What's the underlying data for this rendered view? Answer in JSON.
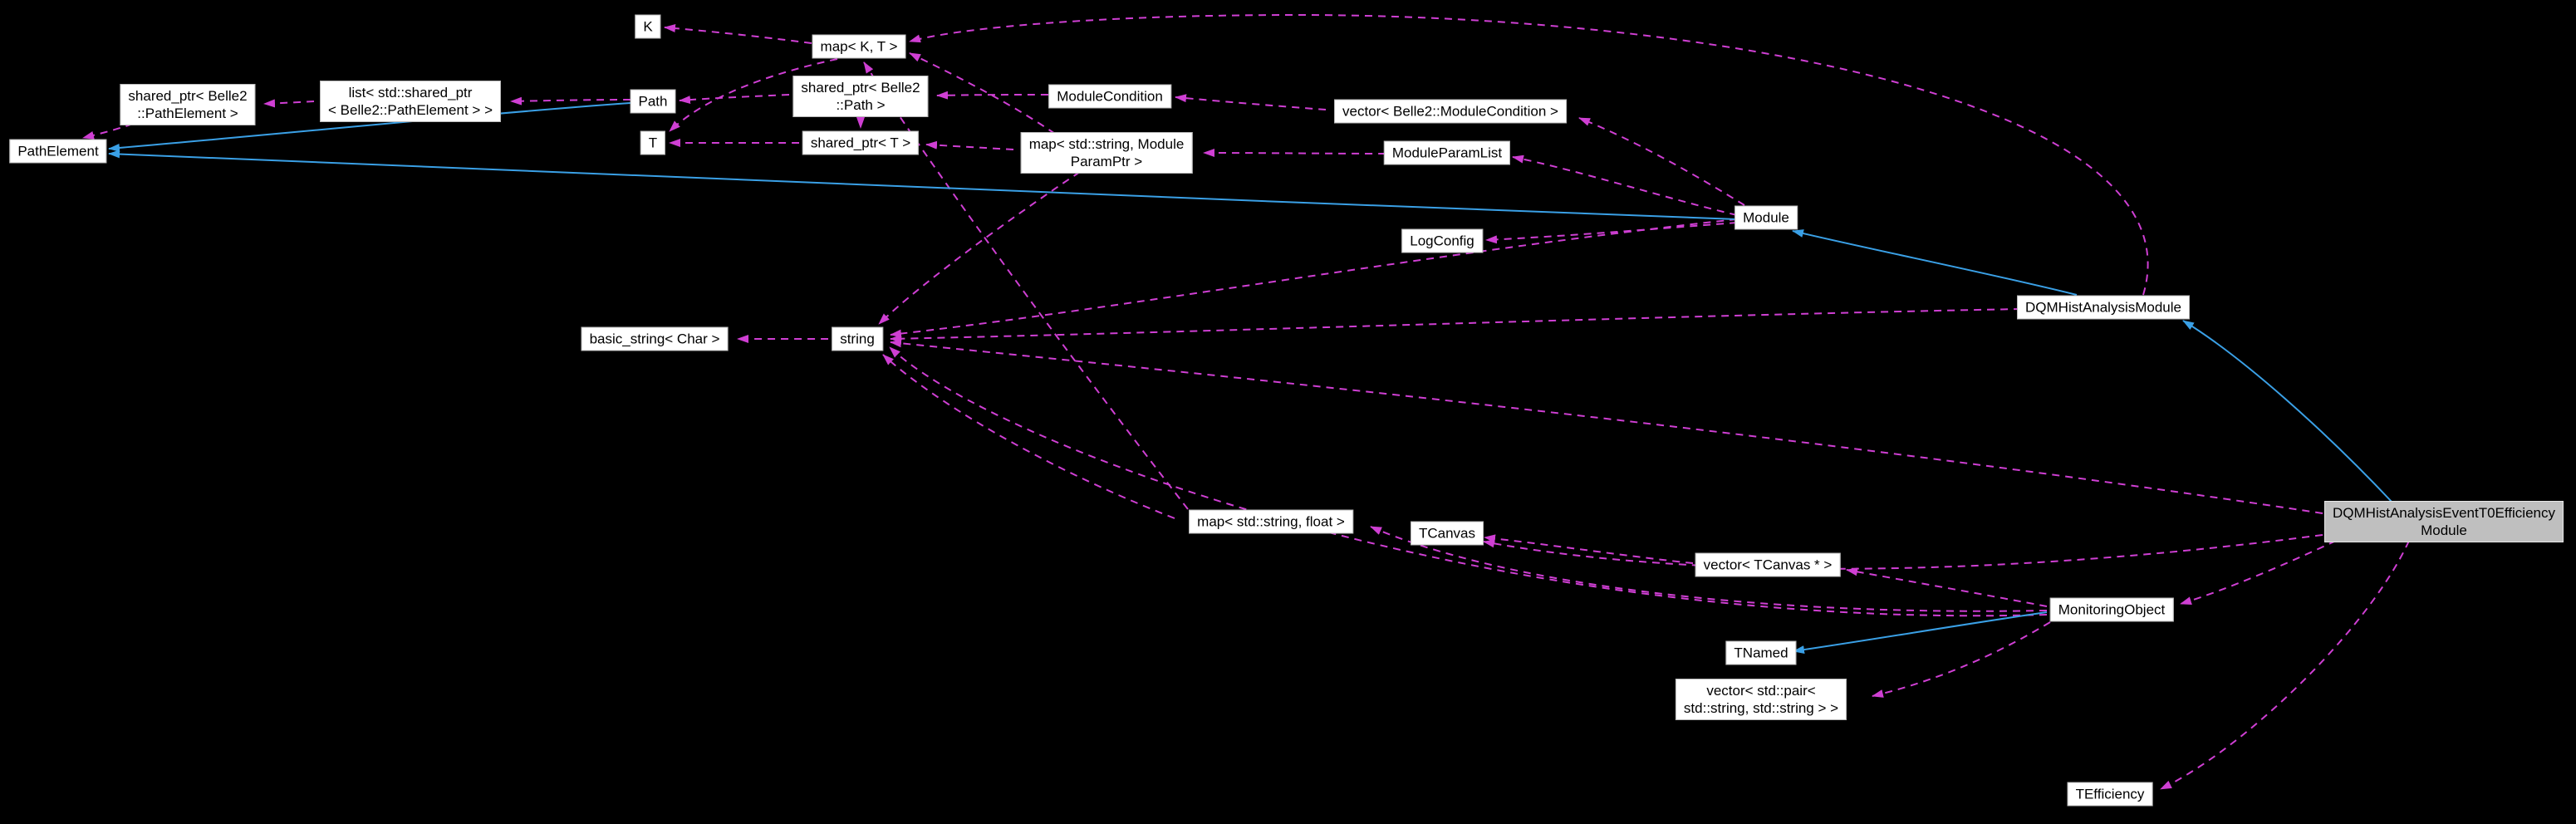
{
  "diagram": {
    "type": "collaboration-graph",
    "background_color": "#000000",
    "node_fill": "#ffffff",
    "node_text_color": "#000000",
    "highlight_fill": "#bfbfbf",
    "usage_edge_color": "#cf3fd3",
    "inheritance_edge_color": "#3aa0e6",
    "nodes": [
      {
        "id": "k",
        "label": "K"
      },
      {
        "id": "map-k-t",
        "label": "map< K, T >"
      },
      {
        "id": "shared-ptr-belle2-path",
        "label": "shared_ptr< Belle2\n::Path >"
      },
      {
        "id": "module-condition",
        "label": "ModuleCondition"
      },
      {
        "id": "vector-belle2-module-condition",
        "label": "vector< Belle2::ModuleCondition >"
      },
      {
        "id": "shared-ptr-belle2-path-element",
        "label": "shared_ptr< Belle2\n::PathElement >"
      },
      {
        "id": "list-shared-ptr-path-element",
        "label": "list< std::shared_ptr\n< Belle2::PathElement > >"
      },
      {
        "id": "path",
        "label": "Path"
      },
      {
        "id": "t",
        "label": "T"
      },
      {
        "id": "shared-ptr-t",
        "label": "shared_ptr< T >"
      },
      {
        "id": "map-string-module-param-ptr",
        "label": "map< std::string, Module\nParamPtr >"
      },
      {
        "id": "module-param-list",
        "label": "ModuleParamList"
      },
      {
        "id": "path-element",
        "label": "PathElement"
      },
      {
        "id": "module",
        "label": "Module"
      },
      {
        "id": "log-config",
        "label": "LogConfig"
      },
      {
        "id": "dqm-hist-analysis-module",
        "label": "DQMHistAnalysisModule"
      },
      {
        "id": "basic-string-char",
        "label": "basic_string< Char >"
      },
      {
        "id": "string",
        "label": "string"
      },
      {
        "id": "map-string-float",
        "label": "map< std::string, float >"
      },
      {
        "id": "tcanvas",
        "label": "TCanvas"
      },
      {
        "id": "vector-tcanvas",
        "label": "vector< TCanvas * >"
      },
      {
        "id": "monitoring-object",
        "label": "MonitoringObject"
      },
      {
        "id": "tnamed",
        "label": "TNamed"
      },
      {
        "id": "vector-pair-string-string",
        "label": "vector< std::pair<\nstd::string, std::string > >"
      },
      {
        "id": "dqm-hist-analysis-event-t0-efficiency-module",
        "label": "DQMHistAnalysisEventT0Efficiency\nModule"
      },
      {
        "id": "tefficiency",
        "label": "TEfficiency"
      }
    ],
    "edges": [
      {
        "from": "map< K, T >",
        "to": "K",
        "kind": "usage"
      },
      {
        "from": "map< K, T >",
        "to": "T",
        "kind": "usage"
      },
      {
        "from": "shared_ptr< Belle2::Path >",
        "to": "Path",
        "kind": "usage"
      },
      {
        "from": "ModuleCondition",
        "to": "shared_ptr< Belle2::Path >",
        "kind": "usage"
      },
      {
        "from": "vector< Belle2::ModuleCondition >",
        "to": "ModuleCondition",
        "kind": "usage"
      },
      {
        "from": "shared_ptr< T >",
        "to": "T",
        "kind": "usage"
      },
      {
        "from": "map< std::string, ModuleParamPtr >",
        "to": "shared_ptr< T >",
        "kind": "usage"
      },
      {
        "from": "ModuleParamList",
        "to": "map< std::string, ModuleParamPtr >",
        "kind": "usage"
      },
      {
        "from": "shared_ptr< Belle2::PathElement >",
        "to": "PathElement",
        "kind": "usage"
      },
      {
        "from": "list< std::shared_ptr< Belle2::PathElement > >",
        "to": "shared_ptr< Belle2::PathElement >",
        "kind": "usage"
      },
      {
        "from": "Path",
        "to": "list< std::shared_ptr< Belle2::PathElement > >",
        "kind": "usage"
      },
      {
        "from": "string",
        "to": "basic_string< Char >",
        "kind": "usage"
      },
      {
        "from": "Module",
        "to": "LogConfig",
        "kind": "usage"
      },
      {
        "from": "Module",
        "to": "vector< Belle2::ModuleCondition >",
        "kind": "usage"
      },
      {
        "from": "Module",
        "to": "ModuleParamList",
        "kind": "usage"
      },
      {
        "from": "Module",
        "to": "string",
        "kind": "usage"
      },
      {
        "from": "DQMHistAnalysisModule",
        "to": "string",
        "kind": "usage"
      },
      {
        "from": "map< std::string, ModuleParamPtr >",
        "to": "string",
        "kind": "usage"
      },
      {
        "from": "map< std::string, float >",
        "to": "string",
        "kind": "usage"
      },
      {
        "from": "MonitoringObject",
        "to": "string",
        "kind": "usage"
      },
      {
        "from": "DQMHistAnalysisEventT0EfficiencyModule",
        "to": "string",
        "kind": "usage"
      },
      {
        "from": "vector< TCanvas * >",
        "to": "TCanvas",
        "kind": "usage"
      },
      {
        "from": "MonitoringObject",
        "to": "vector< TCanvas * >",
        "kind": "usage"
      },
      {
        "from": "MonitoringObject",
        "to": "vector< std::pair< std::string, std::string > >",
        "kind": "usage"
      },
      {
        "from": "DQMHistAnalysisEventT0EfficiencyModule",
        "to": "MonitoringObject",
        "kind": "usage"
      },
      {
        "from": "DQMHistAnalysisEventT0EfficiencyModule",
        "to": "TCanvas",
        "kind": "usage"
      },
      {
        "from": "DQMHistAnalysisEventT0EfficiencyModule",
        "to": "TEfficiency",
        "kind": "usage"
      },
      {
        "from": "MonitoringObject",
        "to": "map< std::string, float >",
        "kind": "usage"
      },
      {
        "from": "DQMHistAnalysisModule",
        "to": "map< K, T >",
        "kind": "usage"
      },
      {
        "from": "map< std::string, ModuleParamPtr >",
        "to": "map< K, T >",
        "kind": "usage"
      },
      {
        "from": "map< std::string, float >",
        "to": "map< K, T >",
        "kind": "usage"
      },
      {
        "from": "shared_ptr< Belle2::Path >",
        "to": "shared_ptr< T >",
        "kind": "usage"
      },
      {
        "from": "Path",
        "to": "PathElement",
        "kind": "inheritance"
      },
      {
        "from": "Module",
        "to": "PathElement",
        "kind": "inheritance"
      },
      {
        "from": "DQMHistAnalysisModule",
        "to": "Module",
        "kind": "inheritance"
      },
      {
        "from": "DQMHistAnalysisEventT0EfficiencyModule",
        "to": "DQMHistAnalysisModule",
        "kind": "inheritance"
      },
      {
        "from": "MonitoringObject",
        "to": "TNamed",
        "kind": "inheritance"
      }
    ]
  }
}
